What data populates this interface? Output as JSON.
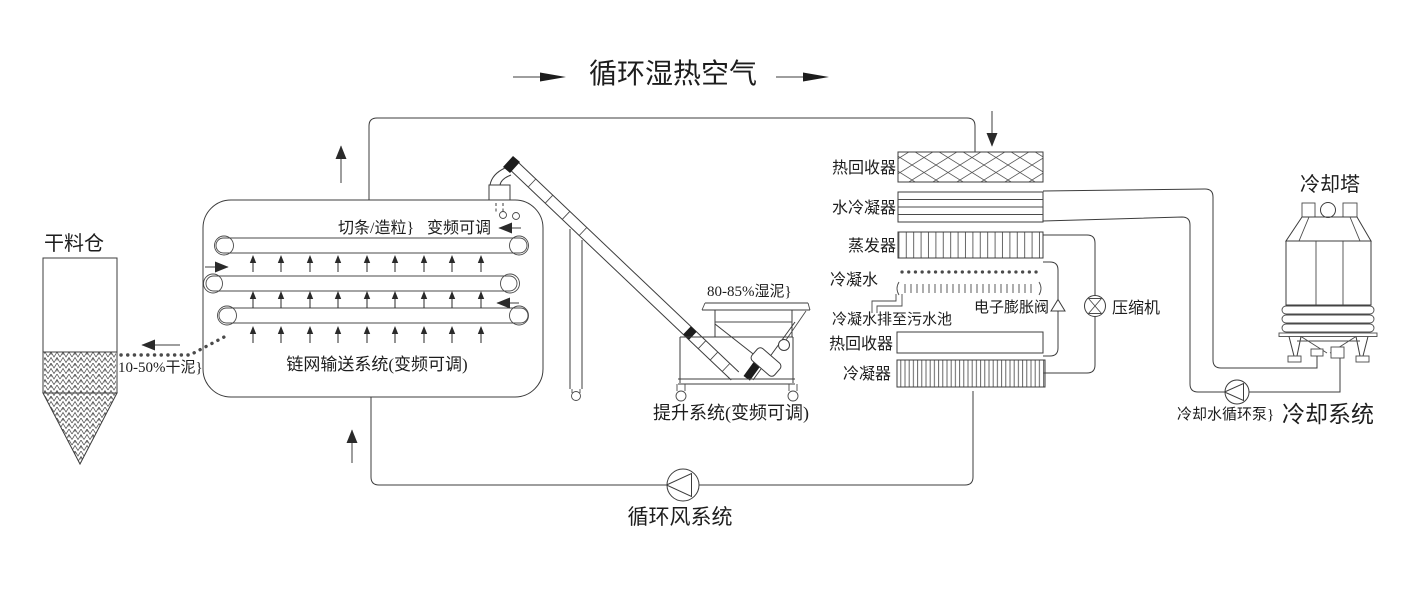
{
  "title": {
    "text": "循环湿热空气"
  },
  "silo": {
    "label": "干料仓",
    "output_note": "10-50%干泥}"
  },
  "dryer": {
    "cutting_label": "切条/造粒}",
    "vfd_label": "变频可调",
    "conveyor_label": "链网输送系统(变频可调)"
  },
  "elevator": {
    "wet_sludge_note": "80-85%湿泥}",
    "label": "提升系统(变频可调)"
  },
  "heat_pump_stack": {
    "heat_recovery_top": "热回收器",
    "water_condenser": "水冷凝器",
    "evaporator": "蒸发器",
    "condensate": "冷凝水",
    "expansion_valve": "电子膨胀阀",
    "compressor": "压缩机",
    "condensate_drain": "冷凝水排至污水池",
    "heat_recovery_bottom": "热回收器",
    "condenser": "冷凝器"
  },
  "cooling_system": {
    "tower_label": "冷却塔",
    "pump_label": "冷却水循环泵}",
    "system_label": "冷却系统"
  },
  "air_system": {
    "fan_label": "循环风系统"
  },
  "colors": {
    "line": "#3c3c3c",
    "background": "#ffffff"
  }
}
